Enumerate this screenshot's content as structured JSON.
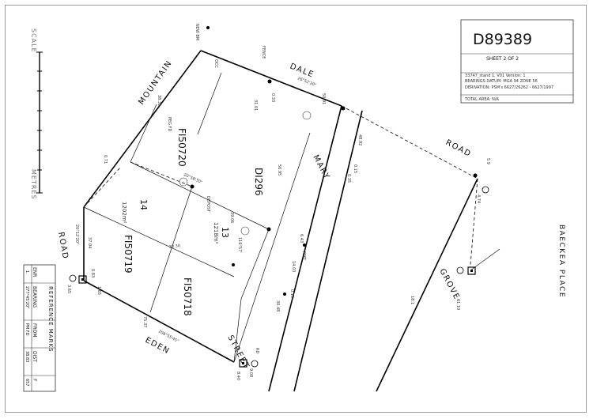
{
  "title_block": {
    "plan_number": "D89389",
    "sheet": "SHEET 2 OF 2",
    "version_line": "33747_stand 1, V01 Version: 1",
    "bearings_line": "BEARINGS DATUM: MGA 94 ZONE 56",
    "derivation_line": "DERIVATION: PSM's 6627/26262 - 6627/1997",
    "total_area": "TOTAL AREA: N/A"
  },
  "scale_bar": {
    "top_label": "SCALE",
    "bottom_label": "METRES"
  },
  "streets": {
    "mountain": "MOUNTAIN",
    "dale": "DALE",
    "mary": "MARY",
    "road_top": "ROAD",
    "road_left": "ROAD",
    "eden": "EDEN",
    "street": "STREET",
    "grove": "GROVE",
    "backea_place": "BAECKEA PLACE"
  },
  "lots": {
    "fi150720": "FI50720",
    "di296": "DI296",
    "lot14": "14",
    "lot13": "13",
    "fi150719": "FI50719",
    "fi150718": "FI50718"
  },
  "areas": {
    "lot14_area": "1202m²",
    "lot13_area": "1218m²"
  },
  "marks": {
    "new_bm": "NEW BM",
    "peg_fd": "PEG FD",
    "depost": "DEPOST",
    "rmt": "RMT",
    "occ": "OCC",
    "fence": "FENCE",
    "road_rd": "RD"
  },
  "dimensions": {
    "d1": "38.31",
    "d2": "26°52'20\"",
    "d3": "50.91",
    "d4": "56.95",
    "d5": "31.01",
    "d6": "61.10",
    "d7": "18.1",
    "d8": "48.92",
    "d9": "20°12'20\"",
    "d10": "206°55'45\"",
    "d11": "38.30",
    "d12": "20°58'30\"",
    "d13": "39.06",
    "d14": "37.04",
    "d15": "116°57'",
    "d16": "0.71",
    "d17": "0.15",
    "d18": "0.35",
    "d19": "0.19",
    "d20": "30.48",
    "d21": "6.43",
    "d22": "14.03",
    "d23": "8.40",
    "d24": "0.83",
    "d25": "5.9",
    "d26": "75.37",
    "d27": "3.65",
    "d28": "1.65",
    "d29": "9.08",
    "d30": "4.74",
    "d31": "0.33"
  },
  "reference_marks": {
    "heading": "REFERENCE MARKS",
    "columns": [
      "ENR",
      "BEARING",
      "FROM",
      "DIST",
      "F"
    ],
    "row": [
      "1",
      "277°45'20\"",
      "PM FD",
      "38.83",
      "657"
    ]
  }
}
